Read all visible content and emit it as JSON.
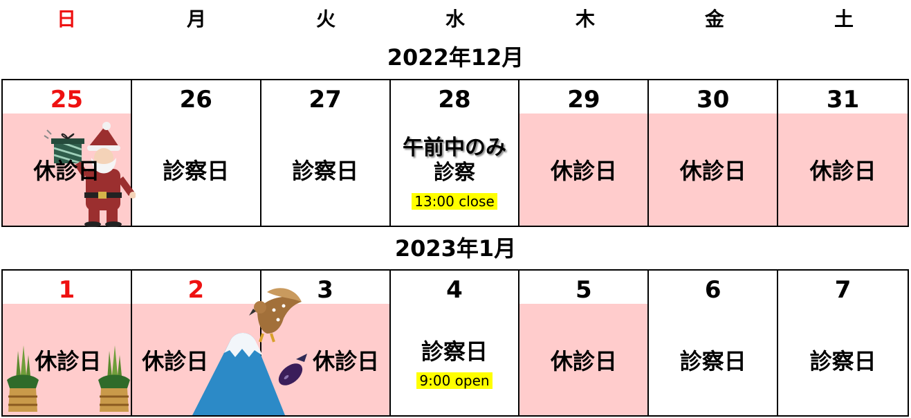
{
  "weekdays": [
    {
      "label": "日",
      "color": "#ee1111"
    },
    {
      "label": "月",
      "color": "#000000"
    },
    {
      "label": "火",
      "color": "#000000"
    },
    {
      "label": "水",
      "color": "#000000"
    },
    {
      "label": "木",
      "color": "#000000"
    },
    {
      "label": "金",
      "color": "#000000"
    },
    {
      "label": "土",
      "color": "#000000"
    }
  ],
  "months": [
    {
      "title": "2022年12月",
      "days": [
        {
          "date": "25",
          "date_color": "#ee1111",
          "status": "休診日",
          "closed": true
        },
        {
          "date": "26",
          "date_color": "#000000",
          "status": "診察日",
          "closed": false
        },
        {
          "date": "27",
          "date_color": "#000000",
          "status": "診察日",
          "closed": false
        },
        {
          "date": "28",
          "date_color": "#000000",
          "status_line1": "午前中のみ",
          "status_line2": "診察",
          "note": "13:00 close",
          "closed": false
        },
        {
          "date": "29",
          "date_color": "#000000",
          "status": "休診日",
          "closed": true
        },
        {
          "date": "30",
          "date_color": "#000000",
          "status": "休診日",
          "closed": true
        },
        {
          "date": "31",
          "date_color": "#000000",
          "status": "休診日",
          "closed": true
        }
      ]
    },
    {
      "title": "2023年1月",
      "days": [
        {
          "date": "1",
          "date_color": "#ee1111",
          "status": "休診日",
          "closed": true
        },
        {
          "date": "2",
          "date_color": "#ee1111",
          "status": "休診日",
          "closed": true
        },
        {
          "date": "3",
          "date_color": "#000000",
          "status": "休診日",
          "closed": true
        },
        {
          "date": "4",
          "date_color": "#000000",
          "status": "診察日",
          "note": "9:00 open",
          "closed": false
        },
        {
          "date": "5",
          "date_color": "#000000",
          "status": "休診日",
          "closed": true
        },
        {
          "date": "6",
          "date_color": "#000000",
          "status": "診察日",
          "closed": false
        },
        {
          "date": "7",
          "date_color": "#000000",
          "status": "診察日",
          "closed": false
        }
      ]
    }
  ],
  "colors": {
    "closed_bg": "#ffcccc",
    "note_bg": "#ffff00",
    "holiday_red": "#ee1111"
  },
  "icons": [
    "santa-icon",
    "gift-box-icon",
    "kadomatsu-icon",
    "mount-fuji-icon",
    "hawk-icon",
    "eggplant-icon"
  ]
}
